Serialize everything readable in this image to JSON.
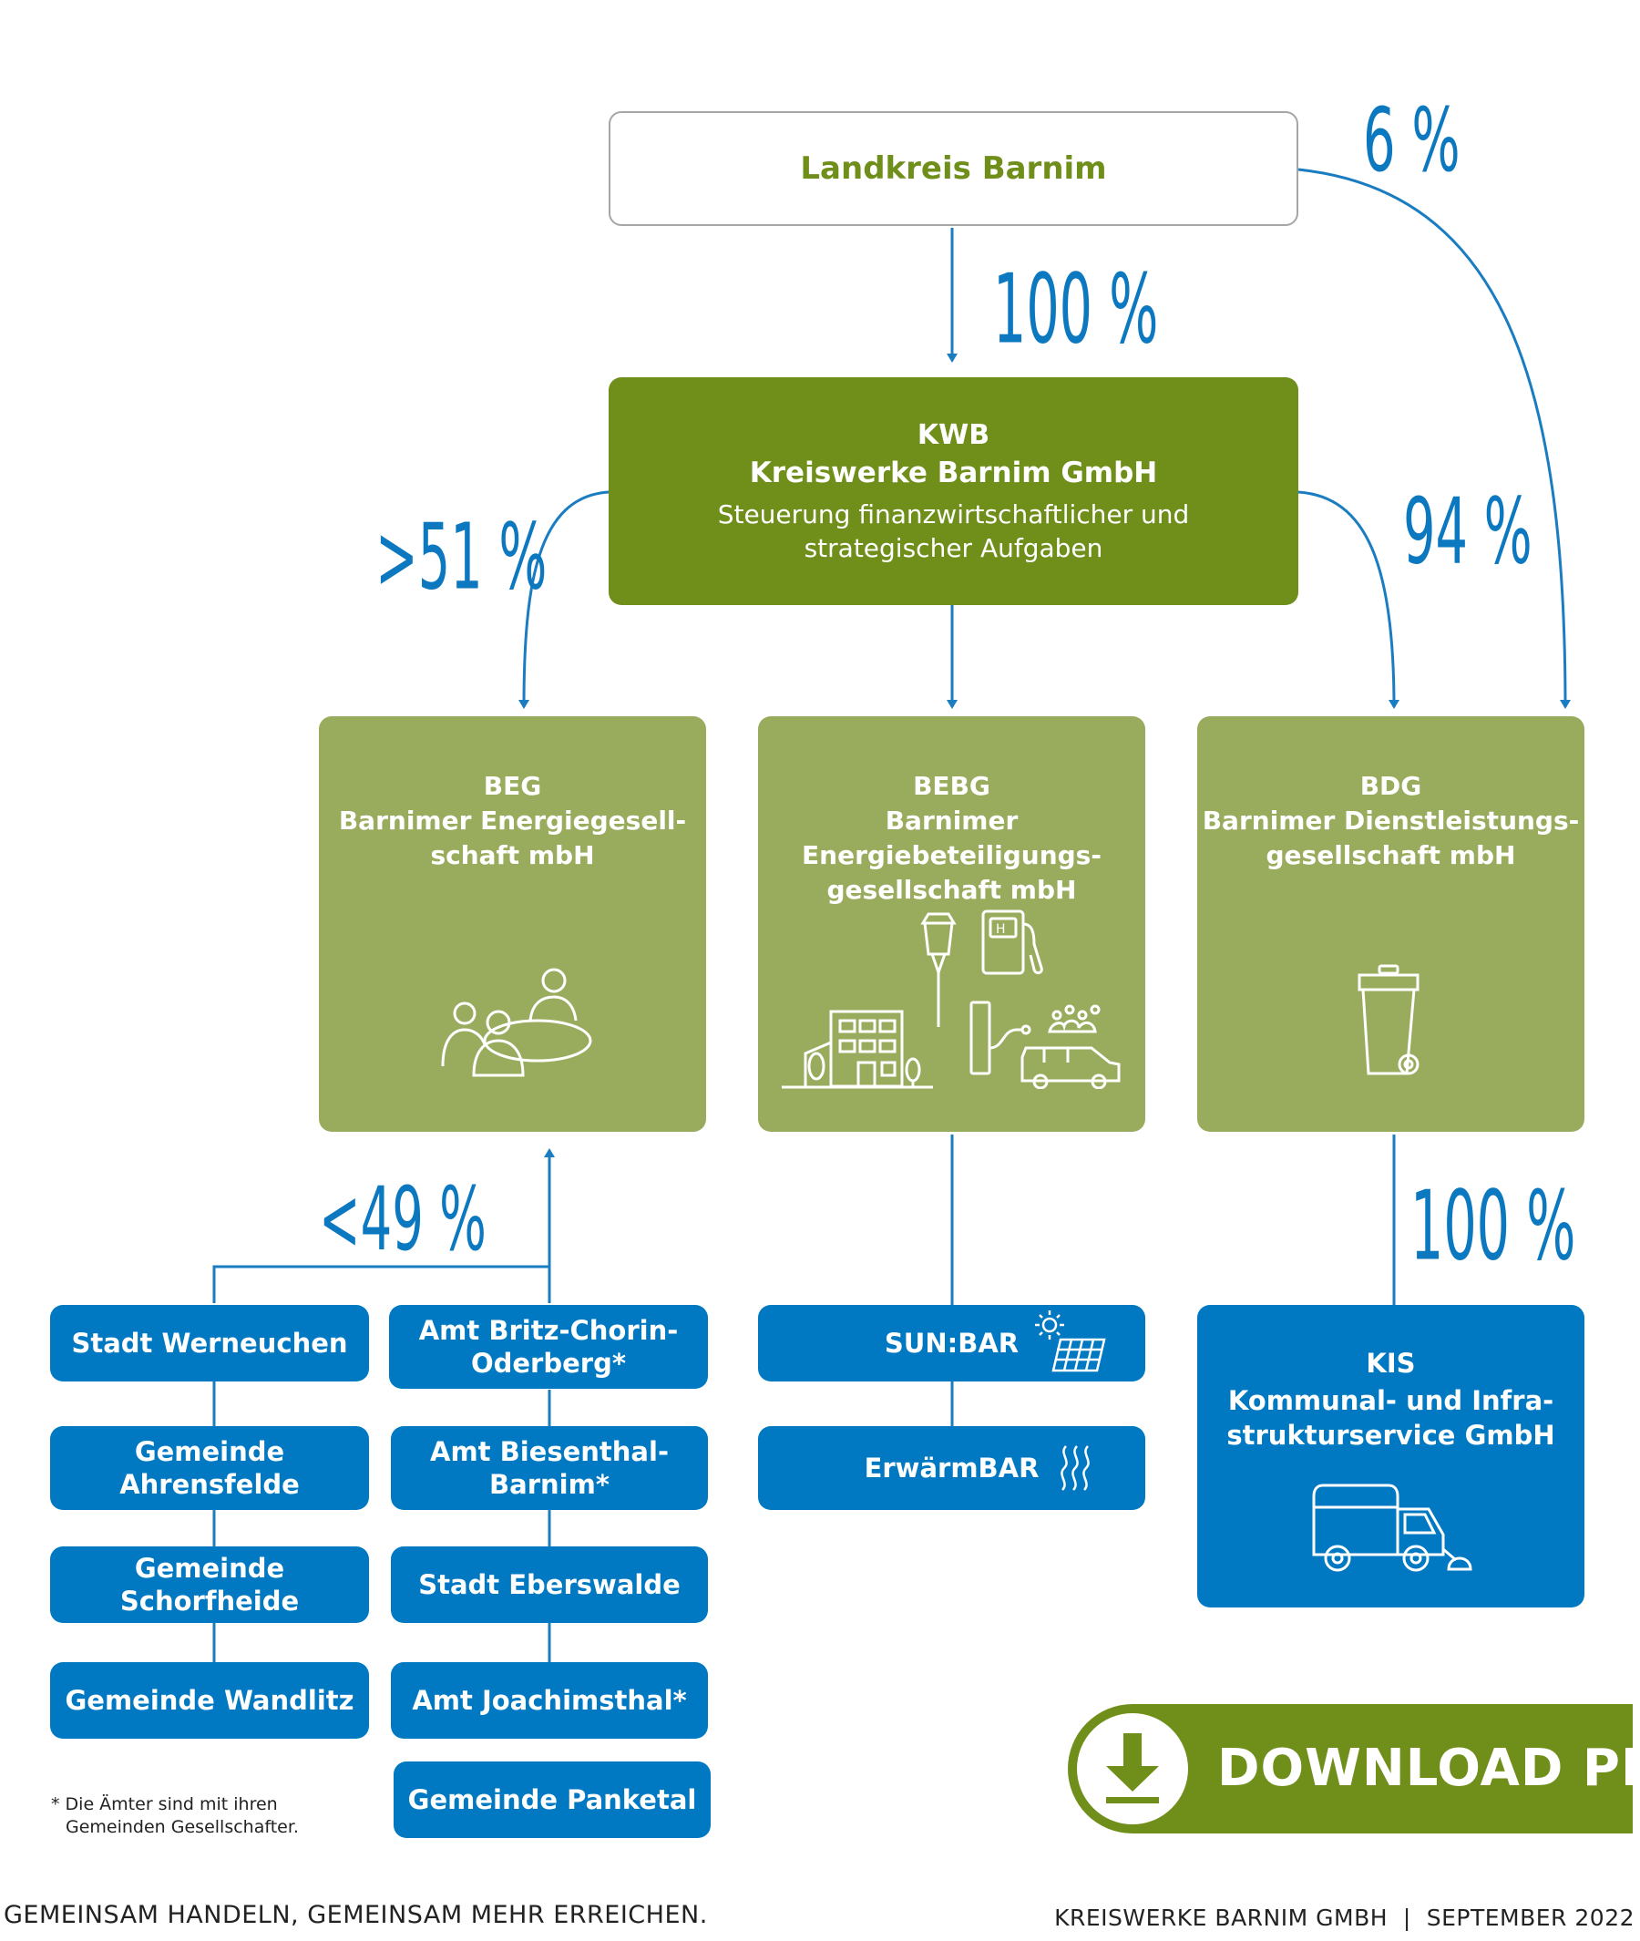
{
  "landkreis": "Landkreis Barnim",
  "kwb": {
    "line1": "KWB",
    "line2": "Kreiswerke Barnim GmbH",
    "line3": "Steuerung finanzwirtschaftlicher und",
    "line4": "strategischer Aufgaben"
  },
  "beg": {
    "line1": "BEG",
    "line2": "Barnimer Energiegesell-",
    "line3": "schaft mbH"
  },
  "bebg": {
    "line1": "BEBG",
    "line2": "Barnimer Energiebeteiligungs-",
    "line3": "gesellschaft mbH"
  },
  "bdg": {
    "line1": "BDG",
    "line2": "Barnimer Dienstleistungs-",
    "line3": "gesellschaft mbH"
  },
  "percentages": {
    "landkreis_kwb": "100 %",
    "landkreis_bdg": "6 %",
    "kwb_beg": ">51 %",
    "kwb_bdg": "94 %",
    "gemeinden_beg": "<49 %",
    "bdg_kis": "100 %"
  },
  "gemeinden_left": [
    "Stadt Werneuchen",
    "Gemeinde Ahrensfelde",
    "Gemeinde Schorfheide",
    "Gemeinde Wandlitz"
  ],
  "gemeinden_right": [
    {
      "l1": "Amt Britz-Chorin-",
      "l2": "Oderberg*"
    },
    {
      "l1": "Amt Biesenthal-",
      "l2": "Barnim*"
    },
    {
      "l1": "Stadt Eberswalde",
      "l2": ""
    },
    {
      "l1": "Amt Joachimsthal*",
      "l2": ""
    },
    {
      "l1": "Gemeinde Panketal",
      "l2": ""
    }
  ],
  "sunbar": "SUN:BAR",
  "erwaermbar": "ErwärmBAR",
  "kis": {
    "line1": "KIS",
    "line2": "Kommunal- und Infra-",
    "line3": "strukturservice GmbH"
  },
  "download": {
    "label": "DOWNLOAD PDF"
  },
  "footnote": {
    "line1": "* Die Ämter sind mit ihren",
    "line2": "Gemeinden Gesellschafter."
  },
  "footer": {
    "left": "GEMEINSAM HANDELN, GEMEINSAM MEHR ERREICHEN.",
    "right": "KREISWERKE BARNIM GMBH  |  SEPTEMBER 2022"
  },
  "icons": [
    "meeting-people-icon",
    "street-lamp-icon",
    "hydrogen-pump-icon",
    "building-icon",
    "ev-charging-icon",
    "waste-bin-icon",
    "solar-panel-icon",
    "heat-waves-icon",
    "street-sweeper-icon",
    "download-arrow-icon"
  ],
  "colors": {
    "green_dark": "#6f8f1a",
    "green_light": "#99ac5e",
    "blue": "#0079c2",
    "arrow": "#1a7cc1",
    "download": "#6f8f1a"
  }
}
